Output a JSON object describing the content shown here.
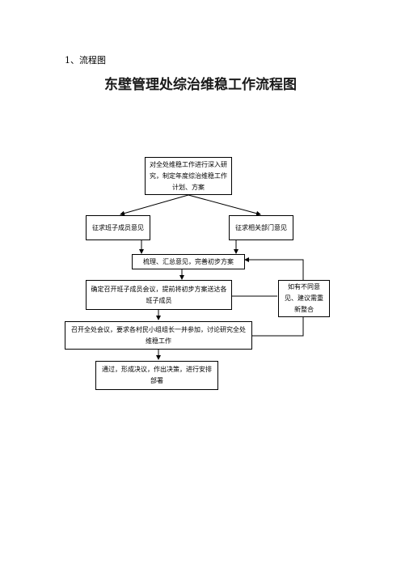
{
  "section_label": "1、流程图",
  "title": "东壁管理处综治维稳工作流程图",
  "flowchart": {
    "steps": {
      "research": "对全处维稳工作进行深入研究，制定年度综治维稳工作计划、方案",
      "leaders_opinion": "征求班子成员意见",
      "departments_opinion": "征求相关部门意见",
      "consolidate": "梳理、汇总意见，完善初步方案",
      "team_meeting": "确定召开班子成员会议，提前将初步方案送达各班子成员",
      "disagreement": "如有不同意见、建议需重新整合",
      "all_meeting": "召开全处会议，要求各村民小组组长一并参加，讨论研究全处维稳工作",
      "resolution": "通过，形成决议，作出决策，进行安排部署"
    }
  }
}
